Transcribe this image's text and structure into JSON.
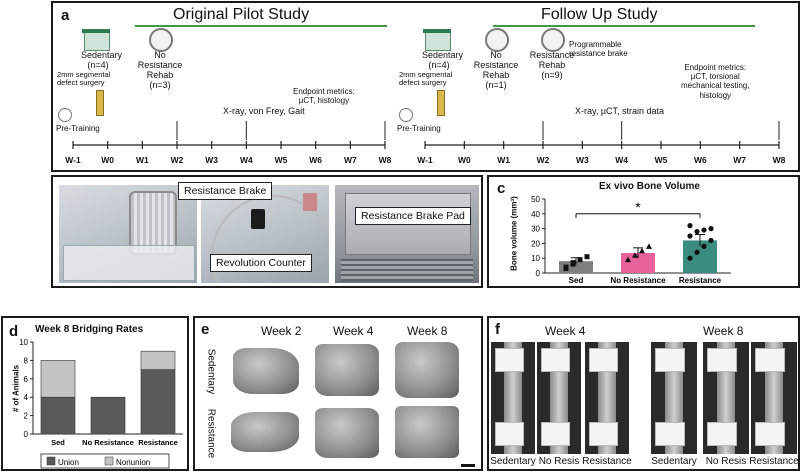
{
  "panel_a": {
    "label": "a",
    "original": {
      "title": "Original Pilot Study",
      "sedentary": {
        "name": "Sedentary",
        "n": "(n=4)"
      },
      "no_resistance": {
        "name": "No Resistance",
        "sub": "Rehab (n=3)"
      },
      "surgery": {
        "line1": "2mm segmental",
        "line2": "defect surgery"
      },
      "pretraining": "Pre-Training",
      "measures": "X-ray, von Frey, Gait",
      "endpoint": {
        "line1": "Endpoint metrics:",
        "line2": "µCT, histology"
      },
      "weeks": [
        "W-1",
        "W0",
        "W1",
        "W2",
        "W3",
        "W4",
        "W5",
        "W6",
        "W7",
        "W8"
      ]
    },
    "follow": {
      "title": "Follow Up Study",
      "sedentary": {
        "name": "Sedentary",
        "n": "(n=4)"
      },
      "no_resistance": {
        "name": "No Resistance",
        "sub": "Rehab (n=1)"
      },
      "resistance": {
        "name": "Resistance",
        "sub": "Rehab (n=9)"
      },
      "brake": {
        "line1": "Programmable",
        "line2": "resistance brake"
      },
      "surgery": {
        "line1": "2mm segmental",
        "line2": "defect surgery"
      },
      "pretraining": "Pre-Training",
      "measures": "X-ray, µCT, strain data",
      "endpoint": {
        "line1": "Endpoint metrics:",
        "line2": "µCT, torsional",
        "line3": "mechanical testing,",
        "line4": "histology"
      },
      "weeks": [
        "W-1",
        "W0",
        "W1",
        "W2",
        "W3",
        "W4",
        "W5",
        "W6",
        "W7",
        "W8"
      ]
    }
  },
  "panel_b": {
    "label": "b",
    "resistance_brake": "Resistance Brake",
    "revolution_counter": "Revolution Counter",
    "brake_pad": "Resistance Brake Pad"
  },
  "panel_c": {
    "label": "c",
    "significance": "*",
    "chart_data": {
      "type": "bar",
      "title": "Ex vivo Bone Volume",
      "ylabel": "Bone volume (mm³)",
      "categories": [
        "Sed",
        "No Resistance",
        "Resistance"
      ],
      "values": [
        8,
        13.5,
        22
      ],
      "errors": [
        2.3,
        3.5,
        4
      ],
      "ylim": [
        0,
        50
      ],
      "yticks": [
        "0",
        "10",
        "20",
        "30",
        "40",
        "50"
      ],
      "colors": [
        "#7f7f7f",
        "#e8639a",
        "#3a8c80"
      ],
      "points": [
        [
          4,
          6,
          9,
          11,
          3,
          7
        ],
        [
          9,
          12,
          15,
          18
        ],
        [
          10,
          14,
          18,
          22,
          25,
          28,
          29,
          30,
          32
        ]
      ],
      "markers": [
        "square",
        "triangle",
        "circle"
      ]
    }
  },
  "panel_d": {
    "label": "d",
    "chart_data": {
      "type": "bar",
      "title": "Week 8 Bridging Rates",
      "ylabel": "# of Animals",
      "categories": [
        "Sed",
        "No Resistance",
        "Resistance"
      ],
      "series": [
        {
          "name": "Union",
          "values": [
            4,
            4,
            7
          ],
          "color": "#5a5a5a"
        },
        {
          "name": "Nonunion",
          "values": [
            4,
            0,
            2
          ],
          "color": "#c4c4c4"
        }
      ],
      "ylim": [
        0,
        10
      ],
      "yticks": [
        "0",
        "2",
        "4",
        "6",
        "8",
        "10"
      ]
    }
  },
  "panel_e": {
    "label": "e",
    "weeks": [
      "Week 2",
      "Week 4",
      "Week 8"
    ],
    "rows": [
      "Sedentary",
      "Resistance"
    ]
  },
  "panel_f": {
    "label": "f",
    "week4": "Week 4",
    "week8": "Week 8",
    "captions": [
      "Sedentary",
      "No Resis",
      "Resistance",
      "Sedentary",
      "No Resis",
      "Resistance"
    ]
  }
}
